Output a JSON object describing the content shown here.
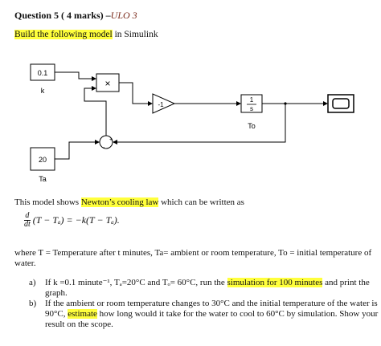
{
  "header": {
    "question_prefix": "Question 5 ( 4 marks) –",
    "ulo": "ULO 3"
  },
  "instruction": {
    "pre": "Build the following model",
    "post": " in Simulink"
  },
  "diagram": {
    "k_value": "0.1",
    "k_label": "k",
    "ta_value": "20",
    "ta_label": "Ta",
    "product_symbol": "×",
    "gain_value": "-1",
    "integrator_num": "1",
    "integrator_den": "s",
    "integrator_label": "To",
    "sum_plus": "+",
    "sum_minus": "-"
  },
  "model_text": {
    "pre": "This model shows ",
    "highlight": "Newton’s cooling law",
    "post": " which can be written as"
  },
  "equation": {
    "d": "d",
    "dt": "dt",
    "body": "(T − Tₐ) = −k(T − Tₐ)."
  },
  "where_text": "where T = Temperature after t minutes, Ta= ambient or room temperature, To = initial temperature of water.",
  "items": [
    {
      "label": "a)",
      "line1_pre": "If k =0.1 minute⁻¹, Tₐ=20°C and Tₒ= 60°C, run the ",
      "line1_hl": "simulation for 100 minutes",
      "line1_post": " and print the",
      "line2": "graph."
    },
    {
      "label": "b)",
      "line1": "If the ambient or room temperature changes to 30°C and the initial temperature of the water is",
      "line2_pre": "90°C, ",
      "line2_hl": "estimate",
      "line2_post": " how long would it take for the water to cool to 60°C by simulation. Show your",
      "line3": "result on the scope."
    }
  ]
}
